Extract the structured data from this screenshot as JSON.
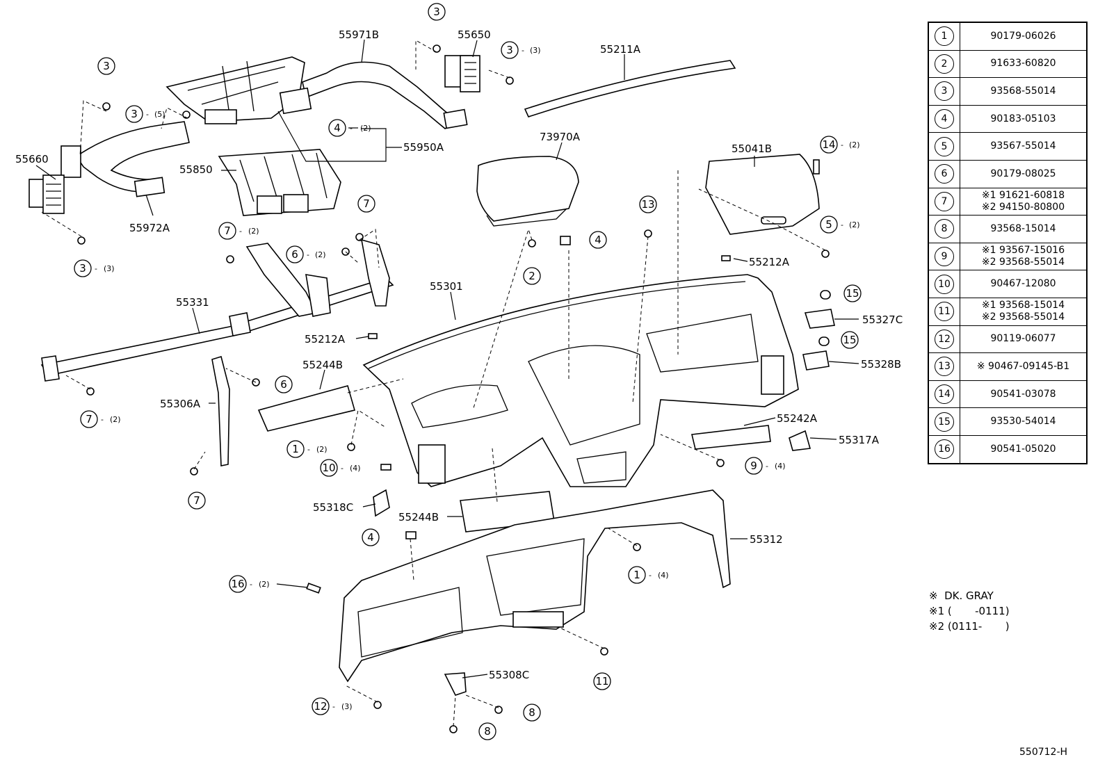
{
  "part_numbers": {
    "p55971B": "55971B",
    "p55650": "55650",
    "p55211A": "55211A",
    "p55660": "55660",
    "p55950A": "55950A",
    "p55850": "55850",
    "p55972A": "55972A",
    "p73970A": "73970A",
    "p55041B": "55041B",
    "p55212A_right": "55212A",
    "p55331": "55331",
    "p55301": "55301",
    "p55212A_center": "55212A",
    "p55327C": "55327C",
    "p55328B": "55328B",
    "p55244B_left": "55244B",
    "p55306A": "55306A",
    "p55242A": "55242A",
    "p55317A": "55317A",
    "p55318C": "55318C",
    "p55244B_bottom": "55244B",
    "p55312": "55312",
    "p55308C": "55308C"
  },
  "callouts": {
    "c3_top": {
      "num": "3"
    },
    "c3_top_right": {
      "num": "3",
      "qty": "(3)"
    },
    "c3_left": {
      "num": "3"
    },
    "c3_mid": {
      "num": "3",
      "qty": "(5)"
    },
    "c4_duct": {
      "num": "4",
      "qty": "(2)"
    },
    "c3_bottom_left": {
      "num": "3",
      "qty": "(3)"
    },
    "c7_bracket": {
      "num": "7"
    },
    "c7_left": {
      "num": "7",
      "qty": "(2)"
    },
    "c6_bracket": {
      "num": "6",
      "qty": "(2)"
    },
    "c2_airbag": {
      "num": "2"
    },
    "c4_clip": {
      "num": "4"
    },
    "c13": {
      "num": "13"
    },
    "c14": {
      "num": "14",
      "qty": "(2)"
    },
    "c5": {
      "num": "5",
      "qty": "(2)"
    },
    "c15_top": {
      "num": "15"
    },
    "c15_bottom": {
      "num": "15"
    },
    "c7_beam": {
      "num": "7",
      "qty": "(2)"
    },
    "c6_side": {
      "num": "6"
    },
    "c7_bottom": {
      "num": "7"
    },
    "c1_left": {
      "num": "1",
      "qty": "(2)"
    },
    "c10": {
      "num": "10",
      "qty": "(4)"
    },
    "c9": {
      "num": "9",
      "qty": "(4)"
    },
    "c4_lower": {
      "num": "4"
    },
    "c1_lower": {
      "num": "1",
      "qty": "(4)"
    },
    "c16": {
      "num": "16",
      "qty": "(2)"
    },
    "c11": {
      "num": "11"
    },
    "c12": {
      "num": "12",
      "qty": "(3)"
    },
    "c8_right": {
      "num": "8"
    },
    "c8_bottom": {
      "num": "8"
    }
  },
  "parts_table": [
    {
      "num": "1",
      "text": "90179-06026"
    },
    {
      "num": "2",
      "text": "91633-60820"
    },
    {
      "num": "3",
      "text": "93568-55014"
    },
    {
      "num": "4",
      "text": "90183-05103"
    },
    {
      "num": "5",
      "text": "93567-55014"
    },
    {
      "num": "6",
      "text": "90179-08025"
    },
    {
      "num": "7",
      "text": "※1 91621-60818",
      "text2": "※2 94150-80800"
    },
    {
      "num": "8",
      "text": "93568-15014"
    },
    {
      "num": "9",
      "text": "※1 93567-15016",
      "text2": "※2 93568-55014"
    },
    {
      "num": "10",
      "text": "90467-12080"
    },
    {
      "num": "11",
      "text": "※1 93568-15014",
      "text2": "※2 93568-55014"
    },
    {
      "num": "12",
      "text": "90119-06077"
    },
    {
      "num": "13",
      "text": "※ 90467-09145-B1"
    },
    {
      "num": "14",
      "text": "90541-03078"
    },
    {
      "num": "15",
      "text": "93530-54014"
    },
    {
      "num": "16",
      "text": "90541-05020"
    }
  ],
  "legend": [
    {
      "mark": "※",
      "text": "  DK. GRAY"
    },
    {
      "mark": "※1",
      "text": " (       -0111)"
    },
    {
      "mark": "※2",
      "text": " (0111-       )"
    }
  ],
  "diagram_id": "550712-H"
}
